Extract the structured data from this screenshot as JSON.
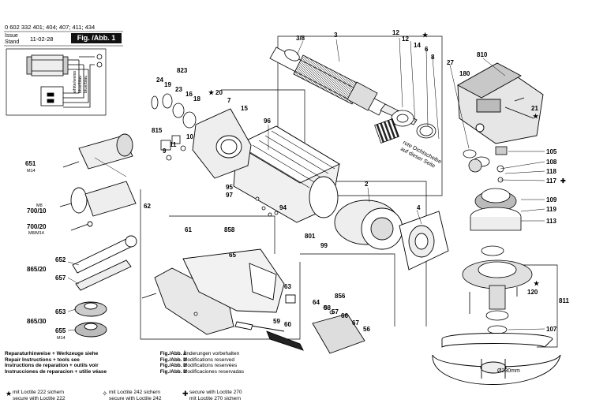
{
  "header": {
    "part_numbers": "0 602 332 401; 404; 407; 411; 434",
    "issue_label": "Issue",
    "stand_label": "Stand",
    "issue_date": "11-02-28",
    "fig_label": "Fig. /Abb. 1"
  },
  "wires": [
    "white/weiss",
    "blue/blau",
    "blue/blau"
  ],
  "rubber_note": [
    "rote Dichtscheibe",
    "auf dieser Seite"
  ],
  "diameter_note": "Ø230mm",
  "labels": {
    "p3_8": "3/8",
    "p3": "3",
    "p12a": "12",
    "p12b": "12",
    "p14": "14",
    "p6": "6",
    "p8": "8",
    "p27": "27",
    "p810": "810",
    "p180": "180",
    "p823": "823",
    "p24": "24",
    "p19": "19",
    "p23": "23",
    "p16": "16",
    "p18": "18",
    "p20": "20",
    "p7": "7",
    "p15": "15",
    "p96": "96",
    "p21": "21",
    "p815": "815",
    "p10": "10",
    "p11": "11",
    "p9": "9",
    "p105": "105",
    "p108": "108",
    "p118": "118",
    "p117": "117",
    "p651": "651",
    "m14": "M14",
    "p95": "95",
    "p97": "97",
    "p2": "2",
    "p109": "109",
    "p119": "119",
    "p113": "113",
    "m8": "M8",
    "p700_10": "700/10",
    "p94": "94",
    "p4": "4",
    "p62": "62",
    "p700_20": "700/20",
    "m8m14": "M8/M14",
    "p801": "801",
    "p99": "99",
    "p61": "61",
    "p858": "858",
    "p652": "652",
    "p865_20": "865/20",
    "p657": "657",
    "p65": "65",
    "p120": "120",
    "p811": "811",
    "p63": "63",
    "p856": "856",
    "p64": "64",
    "p58": "58",
    "p57": "57",
    "p653": "653",
    "p865_30": "865/30",
    "p655": "655",
    "m14b": "M14",
    "p59": "59",
    "p60": "60",
    "p66": "66",
    "p67": "67",
    "p56": "56",
    "p107": "107"
  },
  "notes": [
    {
      "text": "Reparaturhinweise + Werkzeuge siehe",
      "ref": "Fig./Abb. 2"
    },
    {
      "text": "Repair Instructions + tools see",
      "ref": "Fig./Abb. 2"
    },
    {
      "text": "Instructions de reparation + outils voir",
      "ref": "Fig./Abb. 2"
    },
    {
      "text": "Instrucciones de reparacion + utilie véase",
      "ref": "Fig./Abb. 2"
    }
  ],
  "reserved": [
    "Änderungen vorbehalten",
    "Modifications reserved",
    "Modifications reservées",
    "Modificaciones reservadas"
  ],
  "loctite": [
    {
      "line1": "mit Loctite 222 sichern",
      "line2": "secure with Loctite 222"
    },
    {
      "line1": "mit Loctite 242 sichern",
      "line2": "secure with Loctite 242"
    },
    {
      "line1": "secure with Loctite 270",
      "line2": "mit Loctite 270 sichern"
    }
  ]
}
